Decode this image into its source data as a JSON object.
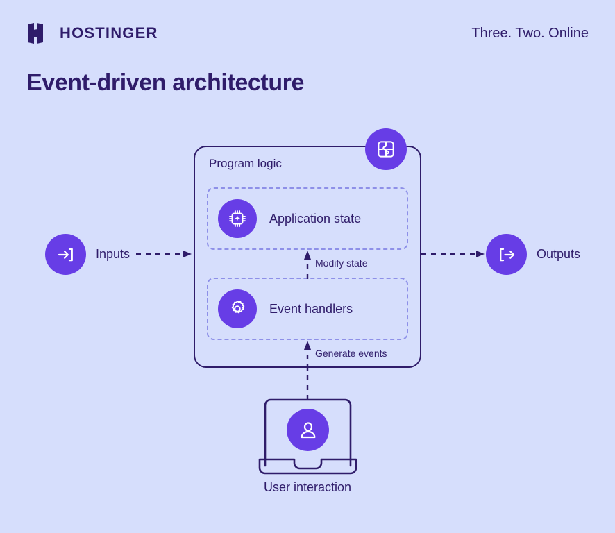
{
  "header": {
    "logo_icon": "hostinger-h-logo",
    "brand_name": "HOSTINGER",
    "tagline": "Three. Two. Online"
  },
  "title": "Event-driven architecture",
  "colors": {
    "background": "#D6DEFC",
    "accent_purple": "#673DE6",
    "text_dark": "#2F1C6A",
    "dashed_border": "#8E90E8"
  },
  "diagram": {
    "container": {
      "label": "Program logic",
      "badge_icon": "puzzle-icon"
    },
    "blocks": [
      {
        "label": "Application state",
        "icon": "cpu-chip-sparkle-icon"
      },
      {
        "label": "Event handlers",
        "icon": "gear-icon"
      }
    ],
    "endpoints": [
      {
        "label": "Inputs",
        "icon": "arrow-into-bracket-icon"
      },
      {
        "label": "Outputs",
        "icon": "arrow-out-of-bracket-icon"
      }
    ],
    "flows": [
      {
        "label": "Modify state",
        "direction": "up"
      },
      {
        "label": "Generate events",
        "direction": "up"
      }
    ],
    "actor": {
      "caption": "User interaction",
      "icon": "laptop-icon",
      "avatar_icon": "person-icon"
    }
  }
}
